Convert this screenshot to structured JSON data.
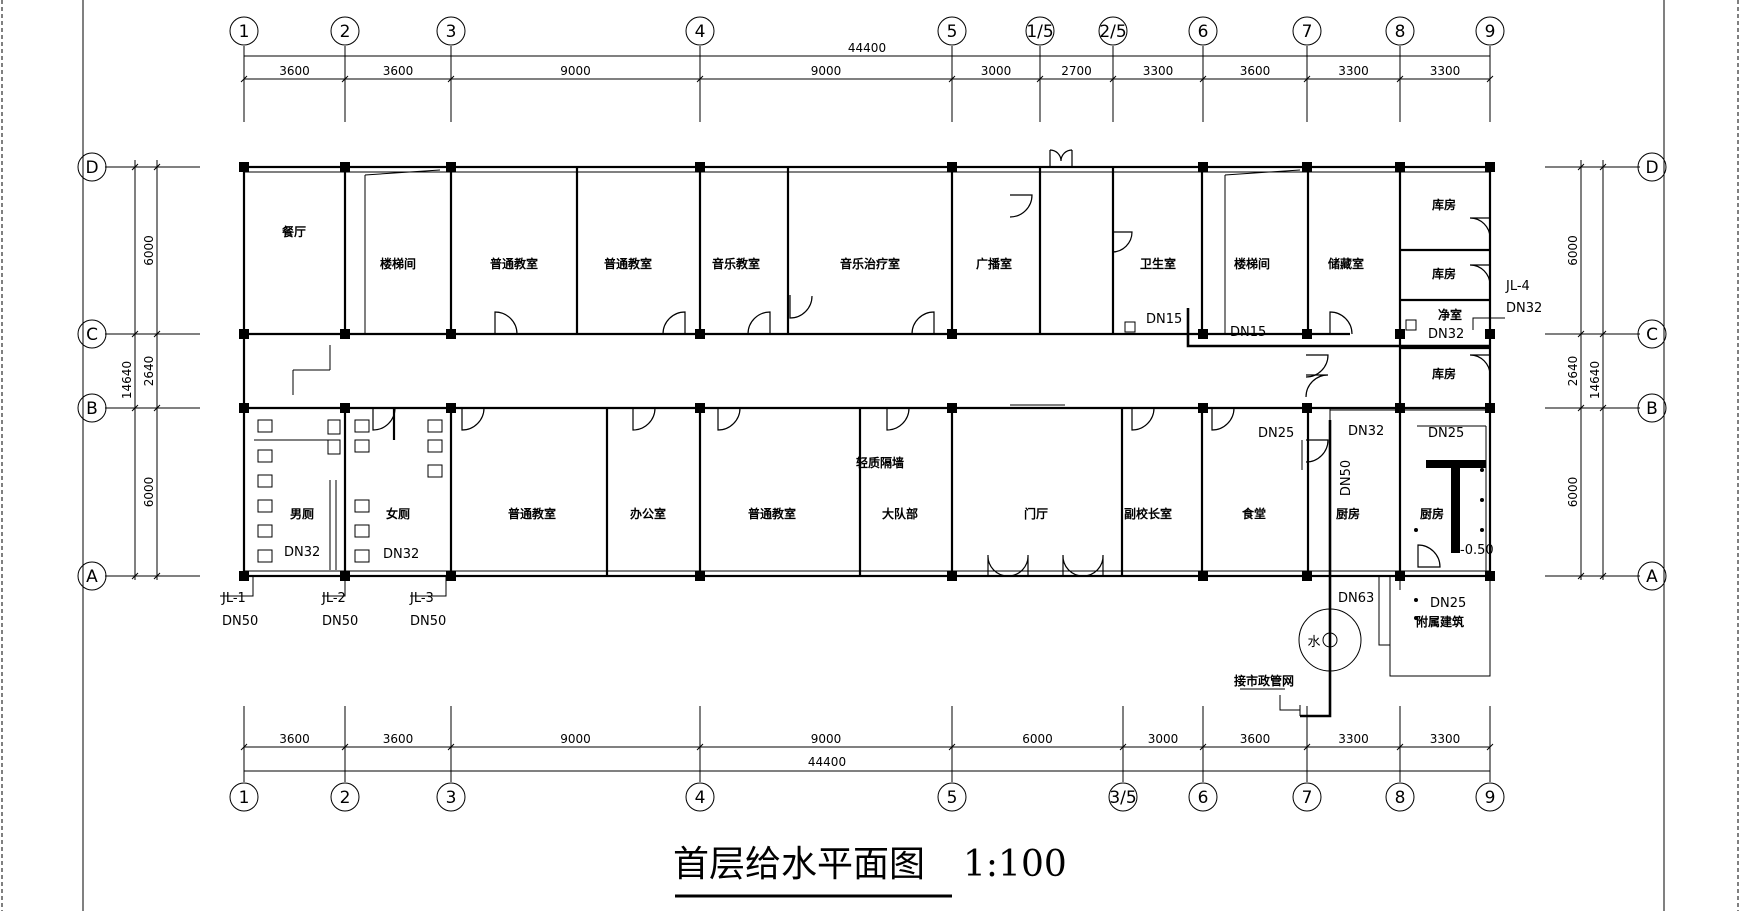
{
  "title": "首层给水平面图",
  "scale": "1:100",
  "total_length": "44400",
  "total_width": "14640",
  "axes_x_top": [
    "1",
    "2",
    "3",
    "4",
    "5",
    "1/5",
    "2/5",
    "6",
    "7",
    "8",
    "9"
  ],
  "axes_x_bottom": [
    "1",
    "2",
    "3",
    "4",
    "5",
    "3/5",
    "6",
    "7",
    "8",
    "9"
  ],
  "axes_y": [
    "D",
    "C",
    "B",
    "A"
  ],
  "dims_top": [
    "3600",
    "3600",
    "9000",
    "9000",
    "3000",
    "2700",
    "3300",
    "3600",
    "3300",
    "3300"
  ],
  "dims_bottom": [
    "3600",
    "3600",
    "9000",
    "9000",
    "6000",
    "3000",
    "3600",
    "3300",
    "3300"
  ],
  "dims_side": [
    "6000",
    "2640",
    "6000"
  ],
  "rooms": {
    "canteen": "餐厅",
    "stair_left": "楼梯间",
    "classroom_1": "普通教室",
    "classroom_2": "普通教室",
    "music_room": "音乐教室",
    "music_therapy": "音乐治疗室",
    "broadcast": "广播室",
    "clinic": "卫生室",
    "stair_right": "楼梯间",
    "storage_room": "储藏室",
    "store_1": "库房",
    "store_2": "库房",
    "cleaning": "净室",
    "store_3": "库房",
    "men_wc": "男厕",
    "women_wc": "女厕",
    "classroom_3": "普通教室",
    "office": "办公室",
    "classroom_4": "普通教室",
    "team_room": "大队部",
    "lobby": "门厅",
    "vice_principal": "副校长室",
    "dining": "食堂",
    "kitchen_1": "厨房",
    "kitchen_2": "厨房",
    "annex": "附属建筑"
  },
  "labels": {
    "partition": "轻质隔墙",
    "dn15_a": "DN15",
    "dn15_b": "DN15",
    "dn32_east_1": "DN32",
    "dn32_east_2": "DN32",
    "jl4": "JL-4",
    "dn25_a": "DN25",
    "dn32_kitchen": "DN32",
    "dn25_b": "DN25",
    "dn50_vertical": "DN50",
    "dn32_men": "DN32",
    "dn32_women": "DN32",
    "jl1": "JL-1",
    "jl1_dn": "DN50",
    "jl2": "JL-2",
    "jl2_dn": "DN50",
    "jl3": "JL-3",
    "jl3_dn": "DN50",
    "dn63": "DN63",
    "dn25_c": "DN25",
    "meter": "水",
    "main_connect": "接市政管网",
    "elevation": "-0.50"
  }
}
